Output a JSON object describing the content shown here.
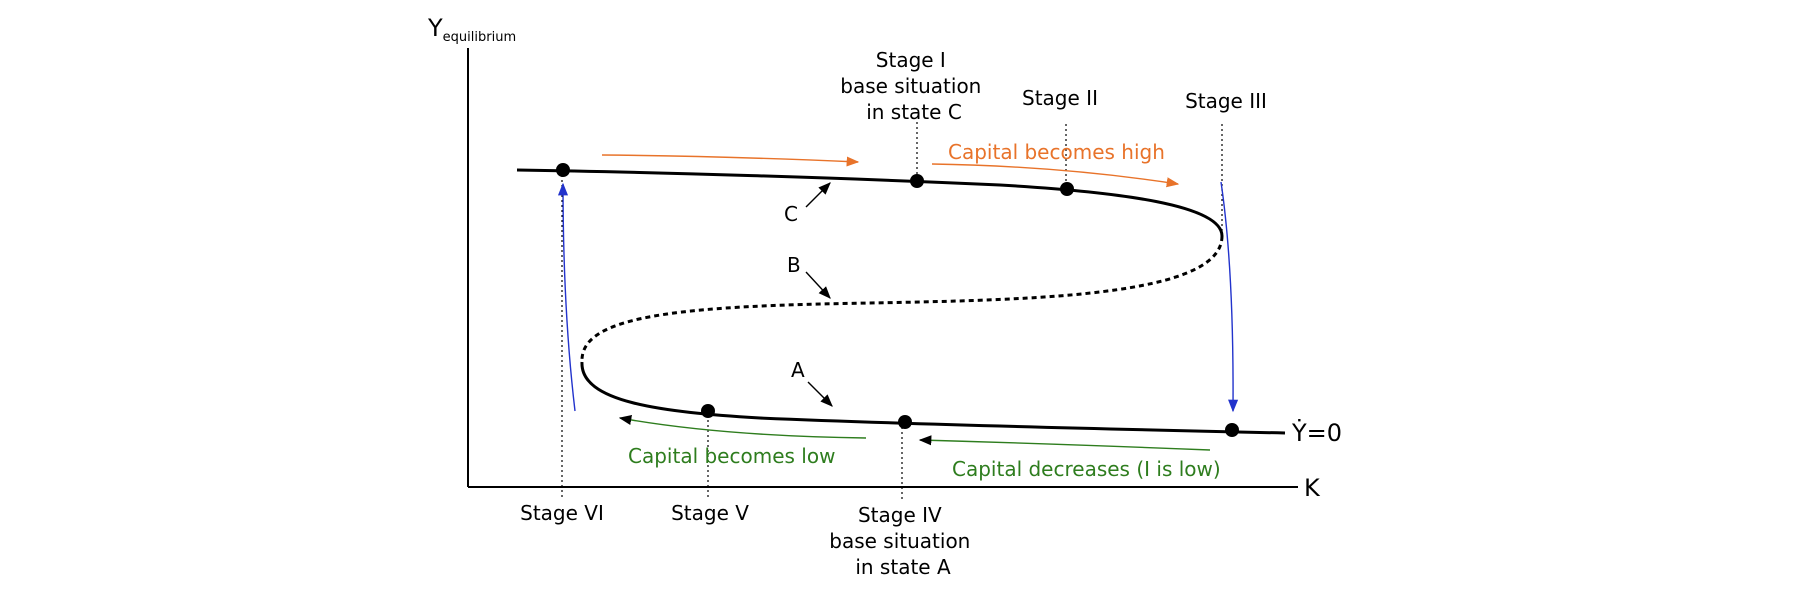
{
  "axes": {
    "y_label_main": "Y",
    "y_label_sub": "equilibrium",
    "x_label": "K"
  },
  "curve": {
    "label": "Ẏ=0",
    "branches": {
      "upper": "C",
      "middle": "B",
      "lower": "A"
    }
  },
  "stages": {
    "stage_1": [
      "Stage I",
      "base situation",
      "in state C"
    ],
    "stage_2": [
      "Stage II"
    ],
    "stage_3": [
      "Stage III"
    ],
    "stage_4": [
      "Stage IV",
      "base situation",
      "in state A"
    ],
    "stage_5": [
      "Stage V"
    ],
    "stage_6": [
      "Stage VI"
    ]
  },
  "annotations": {
    "capital_high": "Capital becomes high",
    "capital_low": "Capital becomes low",
    "capital_decreases": "Capital decreases (I is low)"
  },
  "colors": {
    "axis": "#000000",
    "curve": "#000000",
    "orange": "#E8732A",
    "green": "#2E7D1E",
    "blue": "#2233CC"
  }
}
